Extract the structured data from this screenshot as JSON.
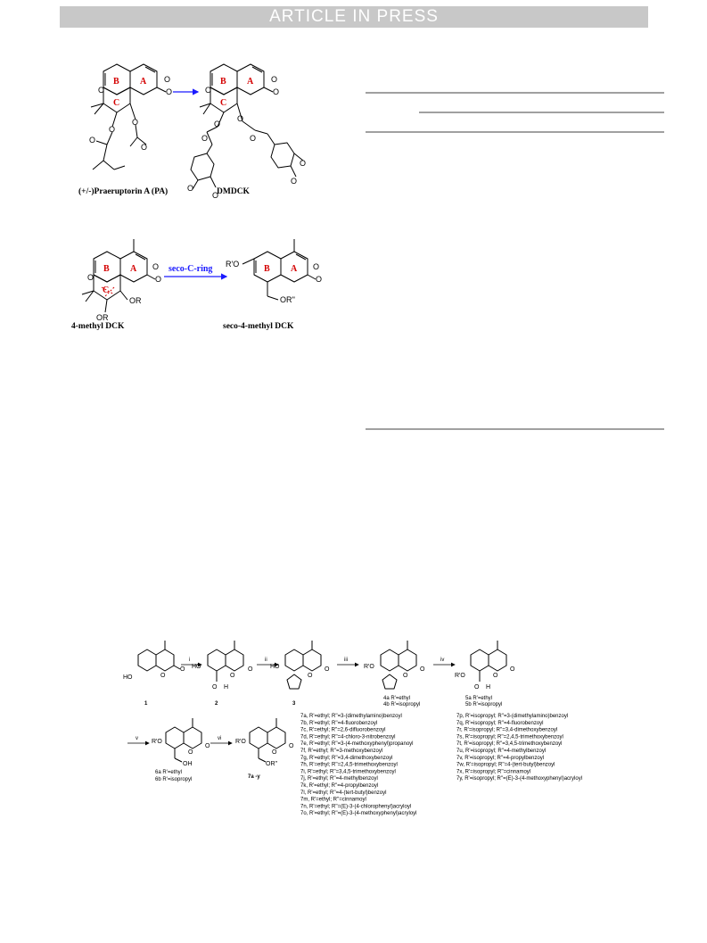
{
  "header": {
    "banner": "ARTICLE IN PRESS"
  },
  "figure1": {
    "left_caption": "(+/-)Praeruptorin A (PA)",
    "right_caption": "DMDCK",
    "ring_labels": [
      "A",
      "B",
      "C"
    ]
  },
  "figure2": {
    "left_caption": "4-methyl DCK",
    "right_caption": "seco-4-methyl DCK",
    "arrow_label": "seco-C-ring",
    "substituents": {
      "or": "OR",
      "r_prime_o": "R'O",
      "or_double_prime": "OR''"
    }
  },
  "scheme": {
    "steps": [
      "i",
      "ii",
      "iii",
      "iv",
      "v",
      "vi"
    ],
    "compound_1": "1",
    "compound_2": "2",
    "compound_3": "3",
    "compound_4a": "4a R'=ethyl",
    "compound_4b": "4b R'=isopropyl",
    "compound_5a": "5a R'=ethyl",
    "compound_5b": "5b R'=isopropyl",
    "compound_6a": "6a R'=ethyl",
    "compound_6b": "6b R'=isopropyl",
    "compound_7": "7a -y",
    "atoms": {
      "ho": "HO",
      "o": "O",
      "h": "H",
      "oh": "OH",
      "r_prime_o": "R'O",
      "or_double_prime": "OR''"
    },
    "list_left": [
      "7a, R'=ethyl; R''=3-(dimethylamino)benzoyl",
      "7b, R'=ethyl; R''=4-fluorobenzoyl",
      "7c, R'=ethyl; R''=2,6-difluorobenzoyl",
      "7d, R'=ethyl; R''=4-chloro-3-nitrobenzoyl",
      "7e, R'=ethyl; R''=3-(4-methoxyphenyl)propanoyl",
      "7f, R'=ethyl; R''=3-methoxybenzoyl",
      "7g, R'=ethyl; R''=3,4-dimethoxybenzoyl",
      "7h, R'=ethyl; R''=2,4,5-trimethoxybenzoyl",
      "7i, R'=ethyl; R''=3,4,5-trimethoxybenzoyl",
      "7j, R'=ethyl; R''=4-methylbenzoyl",
      "7k, R'=ethyl; R''=4-propylbenzoyl",
      "7l, R'=ethyl; R''=4-(tert-butyl)benzoyl",
      "7m, R'=ethyl; R''=cinnamoyl",
      "7n, R'=ethyl; R''=(E)-3-(4-chlorophenyl)acryloyl",
      "7o, R'=ethyl; R''=(E)-3-(4-methoxyphenyl)acryloyl"
    ],
    "list_right": [
      "7p, R'=isopropyl; R''=3-(dimethylamino)benzoyl",
      "7q, R'=isopropyl; R''=4-fluorobenzoyl",
      "7r, R'=isopropyl; R''=3,4-dimethoxybenzoyl",
      "7s, R'=isopropyl; R''=2,4,5-trimethoxybenzoyl",
      "7t, R'=isopropyl; R''=3,4,5-trimethoxybenzoyl",
      "7u, R'=isopropyl; R''=4-methylbenzoyl",
      "7v, R'=isopropyl; R''=4-propylbenzoyl",
      "7w, R'=isopropyl; R''=4-(tert-butyl)benzoyl",
      "7x, R'=isopropyl; R''=cinnamoyl",
      "7y, R'=isopropyl; R''=(E)-3-(4-methoxyphenyl)acryloyl"
    ]
  }
}
